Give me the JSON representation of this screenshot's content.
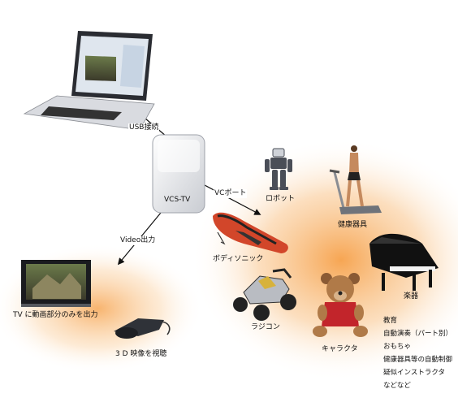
{
  "labels": {
    "usb": "USB接続",
    "vcs_tv": "VCS-TV",
    "vc_port": "VCポート",
    "video_out": "Video出力",
    "robot": "ロボット",
    "fitness": "健康器具",
    "instrument": "楽器",
    "bodysonic": "ボディソニック",
    "rc_car": "ラジコン",
    "character": "キャラクタ",
    "tv_output": "TV に動画部分のみを出力",
    "view_3d": "3 D 映像を視聴"
  },
  "uses": [
    "教育",
    "自動演奏（パート別）",
    "おもちゃ",
    "健康器具等の自動制御",
    "疑似インストラクタ",
    "などなど"
  ],
  "colors": {
    "glow": "#f6a14a",
    "line": "#111111"
  }
}
